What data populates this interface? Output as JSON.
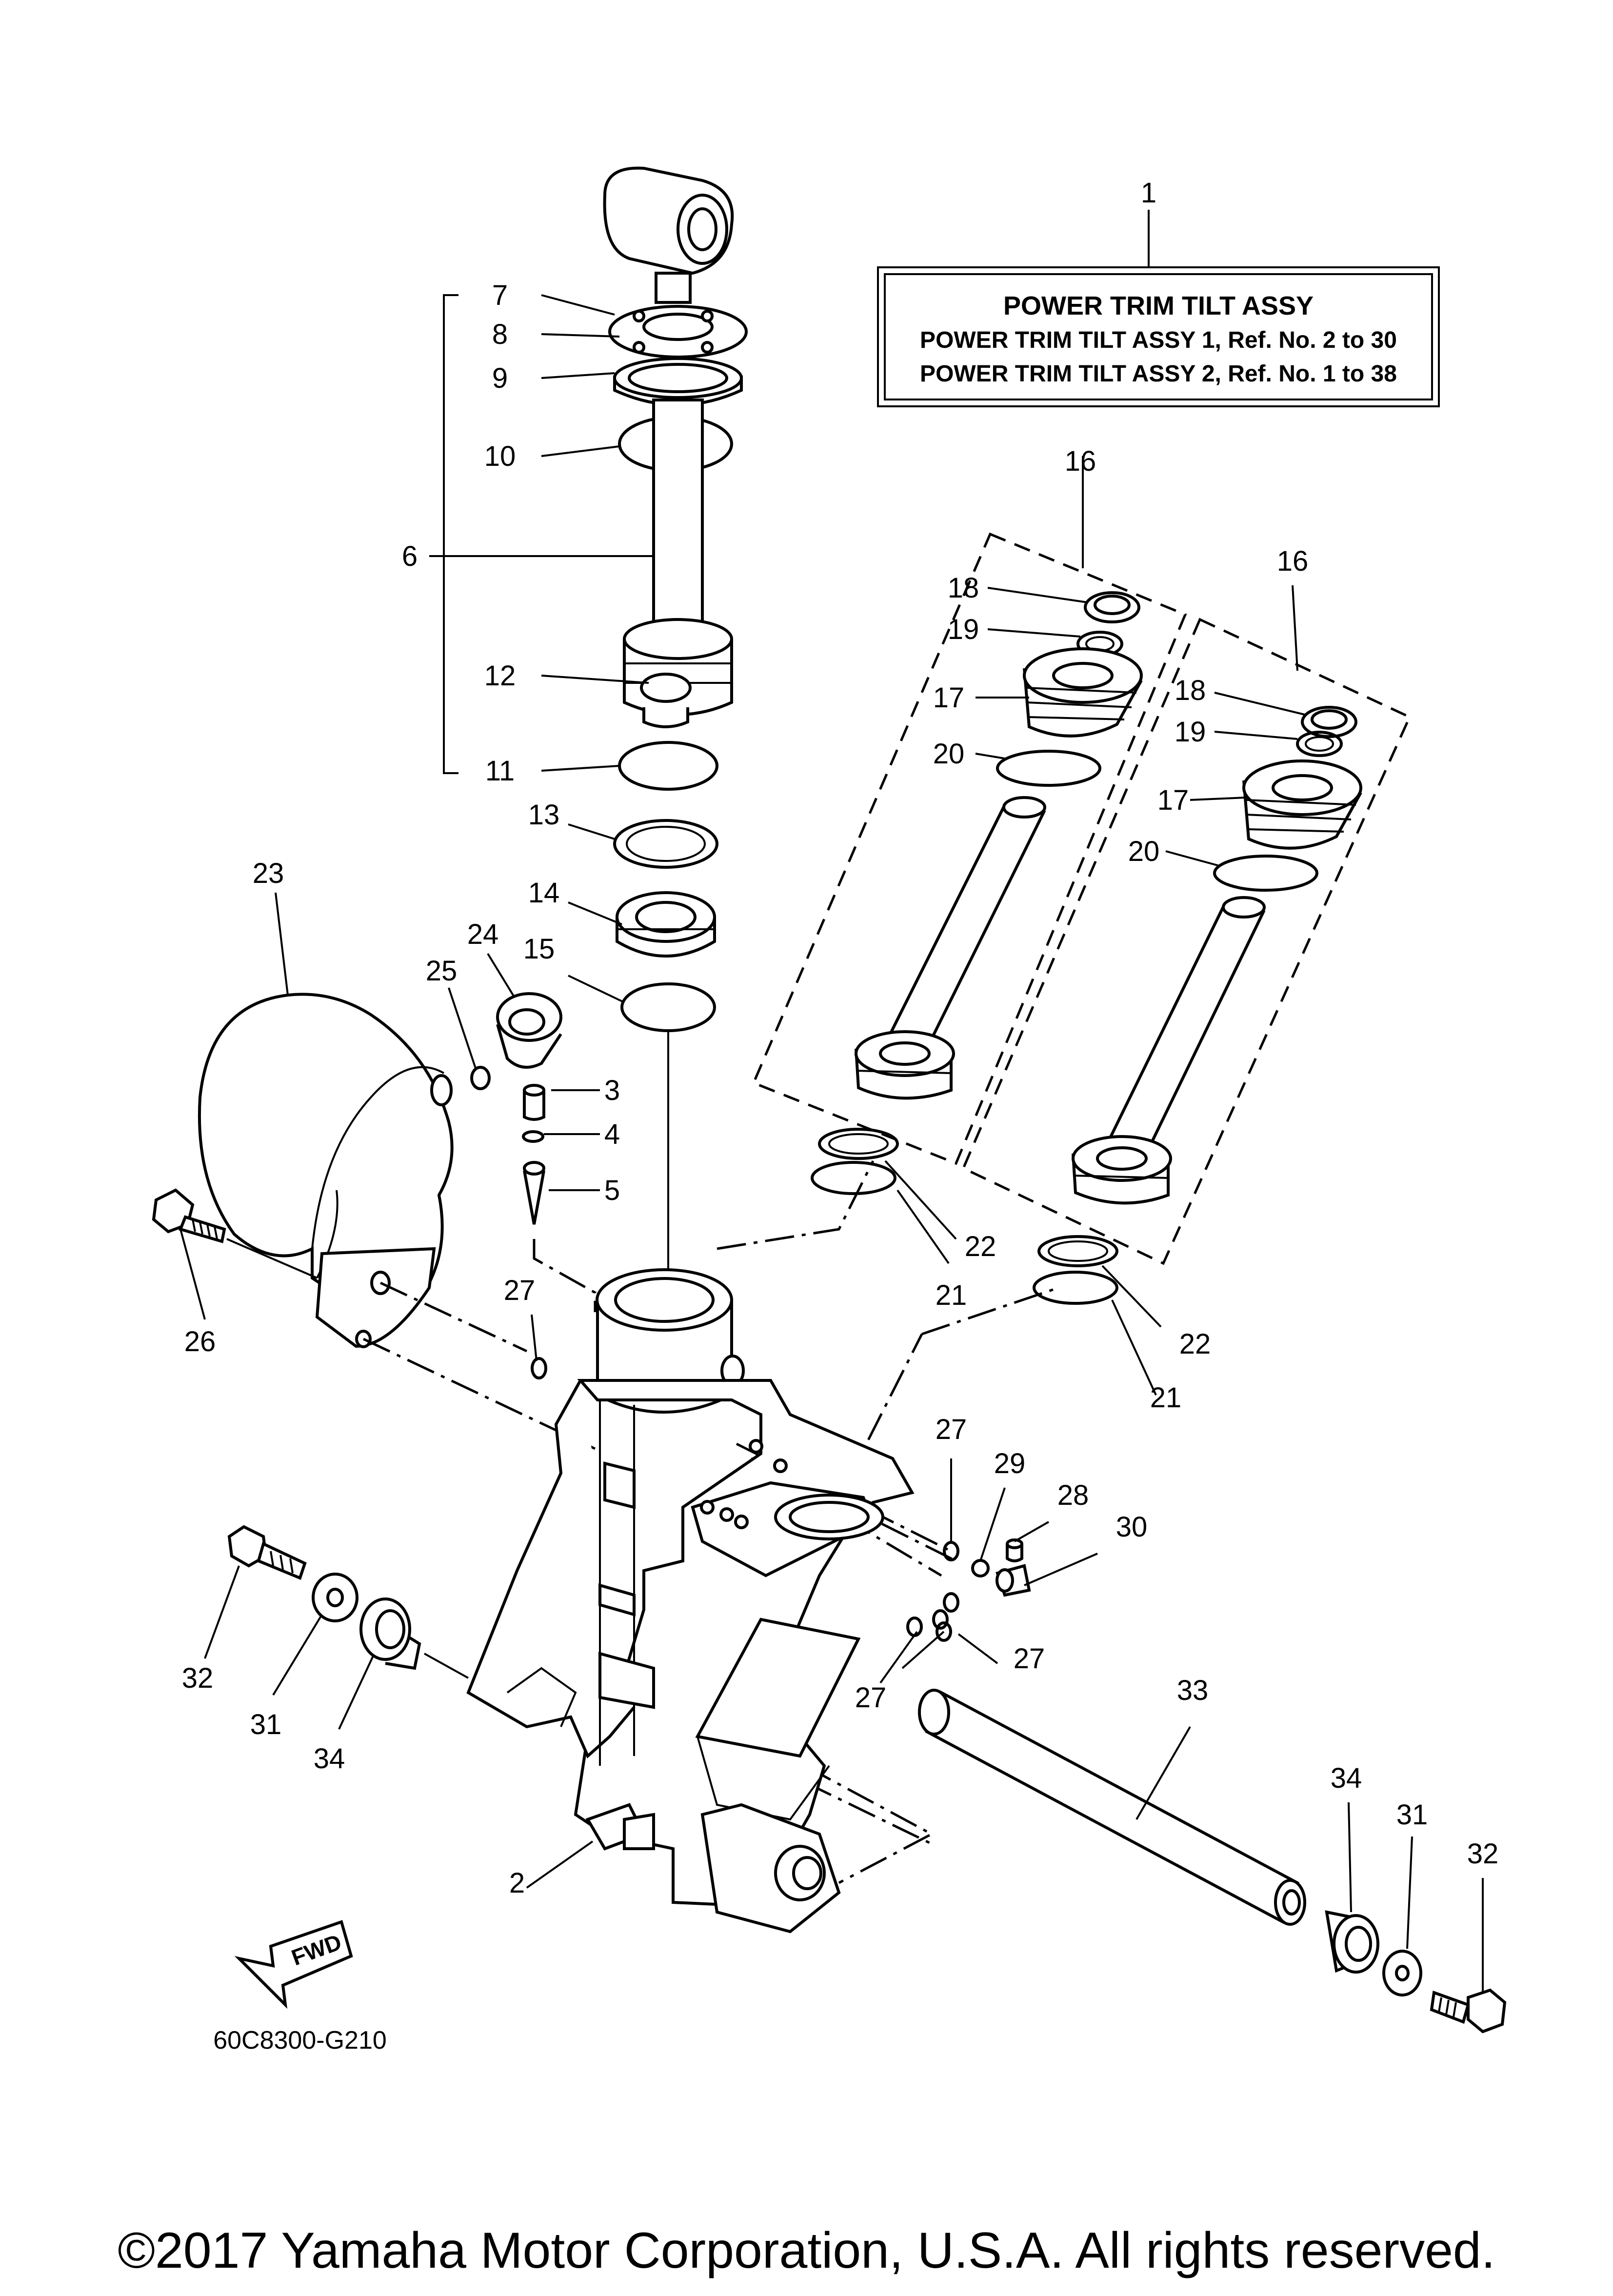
{
  "label_box": {
    "title": "POWER TRIM TILT ASSY",
    "line1": "POWER TRIM TILT ASSY 1,  Ref. No. 2 to 30",
    "line2": "POWER TRIM TILT ASSY 2,  Ref. No. 1 to 38"
  },
  "callouts": {
    "c1": "1",
    "c2": "2",
    "c3": "3",
    "c4": "4",
    "c5": "5",
    "c6": "6",
    "c7": "7",
    "c8": "8",
    "c9": "9",
    "c10": "10",
    "c11": "11",
    "c12": "12",
    "c13": "13",
    "c14": "14",
    "c15": "15",
    "c16a": "16",
    "c16b": "16",
    "c17a": "17",
    "c17b": "17",
    "c18a": "18",
    "c18b": "18",
    "c19a": "19",
    "c19b": "19",
    "c20a": "20",
    "c20b": "20",
    "c21a": "21",
    "c21b": "21",
    "c22a": "22",
    "c22b": "22",
    "c23": "23",
    "c24": "24",
    "c25": "25",
    "c26": "26",
    "c27a": "27",
    "c27b": "27",
    "c27c": "27",
    "c27d": "27",
    "c28": "28",
    "c29": "29",
    "c30": "30",
    "c31a": "31",
    "c31b": "31",
    "c32a": "32",
    "c32b": "32",
    "c33": "33",
    "c34a": "34",
    "c34b": "34"
  },
  "fwd_label": "FWD",
  "drawing_code": "60C8300-G210",
  "copyright": "©2017 Yamaha Motor Corporation, U.S.A. All rights reserved."
}
